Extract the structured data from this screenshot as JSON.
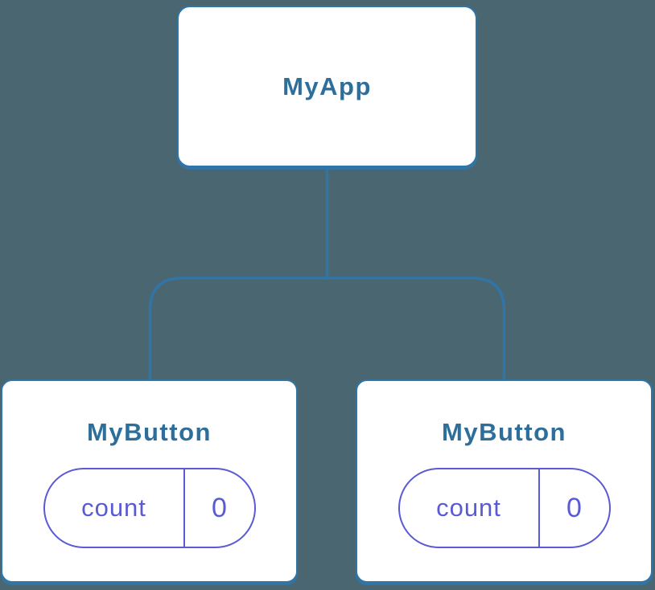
{
  "colors": {
    "background": "#4A6771",
    "line": "#3174A6",
    "node_fill": "#FFFFFF",
    "title": "#2D6F9A",
    "accent_purple": "#5B5AD5"
  },
  "diagram": {
    "type": "component-tree",
    "root": {
      "label": "MyApp"
    },
    "children": [
      {
        "label": "MyButton",
        "state": {
          "key": "count",
          "value": "0"
        }
      },
      {
        "label": "MyButton",
        "state": {
          "key": "count",
          "value": "0"
        }
      }
    ]
  }
}
